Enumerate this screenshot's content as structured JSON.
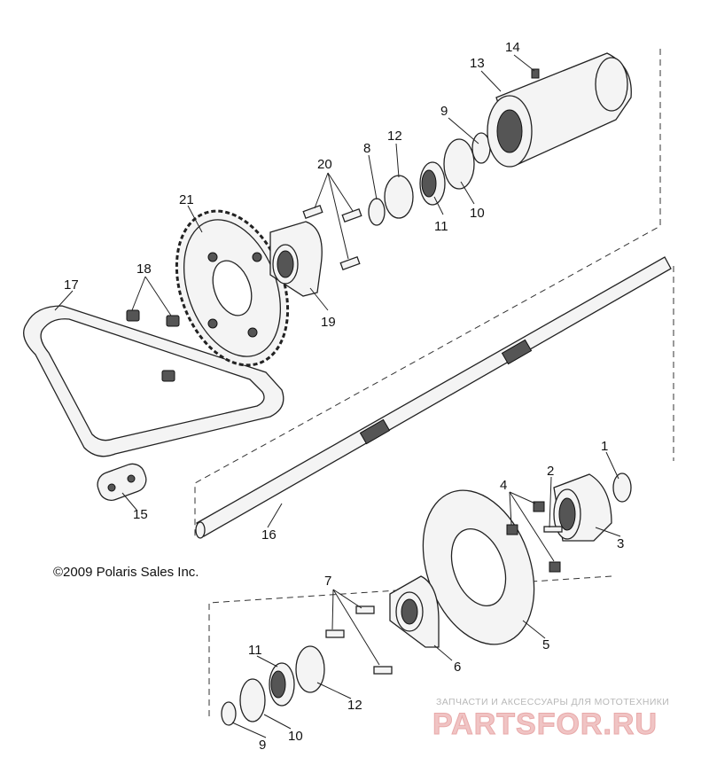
{
  "copyright": "©2009 Polaris Sales Inc.",
  "watermark": {
    "tagline": "ЗАПЧАСТИ И АКСЕССУАРЫ ДЛЯ МОТОТЕХНИКИ",
    "brand": "PARTSFOR.RU"
  },
  "callouts": [
    "1",
    "2",
    "3",
    "4",
    "5",
    "6",
    "7",
    "8",
    "9",
    "9",
    "10",
    "10",
    "11",
    "11",
    "12",
    "12",
    "13",
    "14",
    "15",
    "16",
    "17",
    "18",
    "19",
    "20",
    "21"
  ],
  "colors": {
    "ink": "#222222",
    "watermark": "#e8a9a9"
  }
}
